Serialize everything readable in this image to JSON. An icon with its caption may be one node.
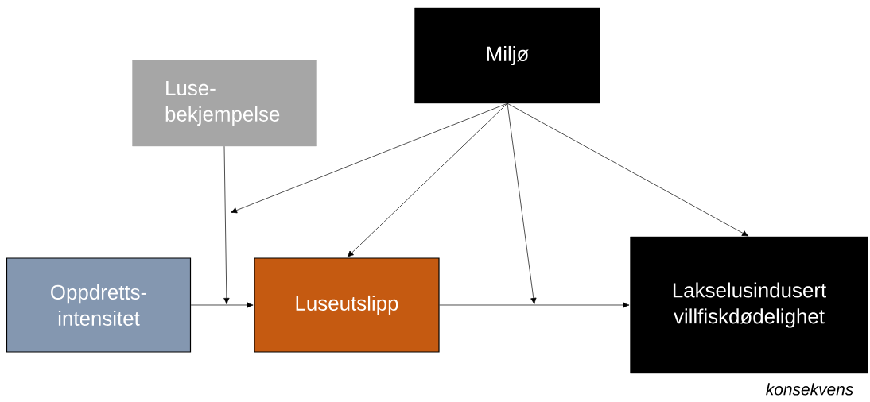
{
  "diagram": {
    "nodes": [
      {
        "text": [
          "Miljø"
        ]
      },
      {
        "text": [
          "Luse- bekjempelse"
        ]
      },
      {
        "text": [
          "Oppdretts- intensitet"
        ]
      },
      {
        "text": [
          "Luseutslipp"
        ]
      },
      {
        "text": [
          "Lakselusindusert villfiskdødelighet"
        ],
        "beside": [
          "konsekvens"
        ]
      }
    ],
    "edges": [
      {
        "from": 2,
        "to": 3,
        "arrow": "to"
      },
      {
        "from": 3,
        "to": 4,
        "arrow": "to"
      },
      {
        "from": 1,
        "to": null,
        "arrow": "to"
      },
      {
        "from": 0,
        "to": null,
        "arrow": "to"
      },
      {
        "from": 0,
        "to": 3,
        "arrow": "to"
      },
      {
        "from": 0,
        "to": null,
        "arrow": "to"
      },
      {
        "from": 0,
        "to": 4,
        "arrow": "to"
      }
    ]
  }
}
